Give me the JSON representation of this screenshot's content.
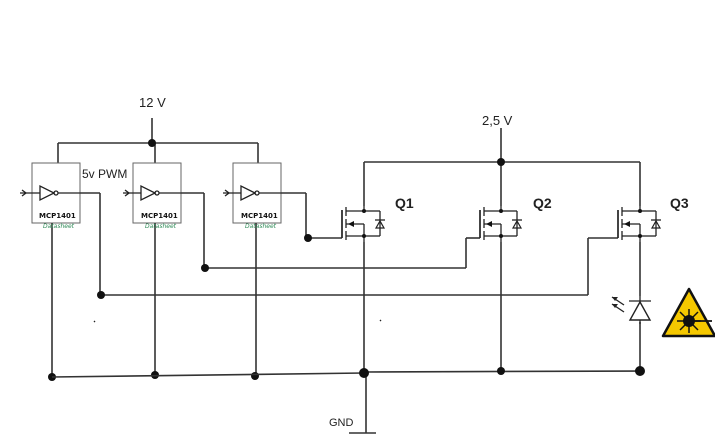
{
  "rails": {
    "vdd_label": "12 V",
    "vsupply_label": "2,5 V",
    "gnd_label": "GND"
  },
  "pwm_label": "5v PWM",
  "drivers": [
    {
      "part": "MCP1401",
      "sublabel": "Datasheet"
    },
    {
      "part": "MCP1401",
      "sublabel": "Datasheet"
    },
    {
      "part": "MCP1401",
      "sublabel": "Datasheet"
    }
  ],
  "transistors": [
    {
      "label": "Q1"
    },
    {
      "label": "Q2"
    },
    {
      "label": "Q3"
    }
  ],
  "warning_icon": "laser-warning-icon",
  "colors": {
    "wire": "#333333",
    "warning_fill": "#f5c800",
    "datasheet_text": "#2e8b57"
  }
}
